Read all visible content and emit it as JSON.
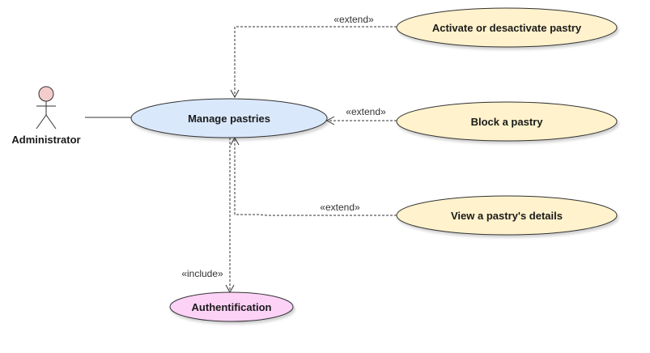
{
  "actor": {
    "label": "Administrator",
    "head_color": "#f4cccc"
  },
  "use_cases": {
    "manage": {
      "label": "Manage pastries",
      "color": "#dae8fc"
    },
    "activate": {
      "label": "Activate or desactivate pastry",
      "color": "#fff2cc"
    },
    "block": {
      "label": "Block a pastry",
      "color": "#fff2cc"
    },
    "view": {
      "label": "View a pastry's details",
      "color": "#fff2cc"
    },
    "auth": {
      "label": "Authentification",
      "color": "#fdd2f7"
    }
  },
  "relations": {
    "extend_activate": "«extend»",
    "extend_block": "«extend»",
    "extend_view": "«extend»",
    "include_auth": "«include»"
  }
}
